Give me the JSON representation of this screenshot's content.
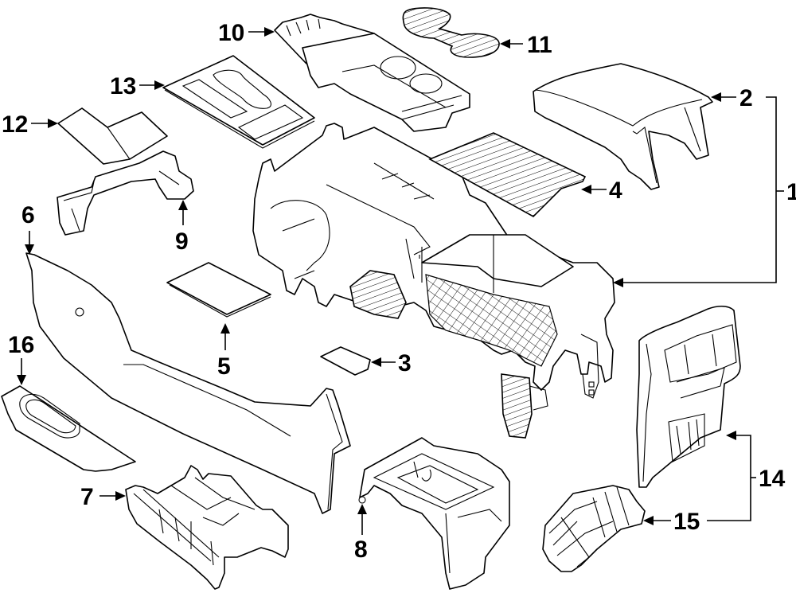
{
  "diagram": {
    "title": "Center console assembly exploded view",
    "colors": {
      "line": "#000000",
      "background": "#ffffff"
    },
    "callouts": [
      {
        "id": "1",
        "label": "1",
        "part": "console-assembly"
      },
      {
        "id": "2",
        "label": "2",
        "part": "armrest-lid"
      },
      {
        "id": "3",
        "label": "3",
        "part": "small-mat"
      },
      {
        "id": "4",
        "label": "4",
        "part": "storage-mat"
      },
      {
        "id": "5",
        "label": "5",
        "part": "tray-mat"
      },
      {
        "id": "6",
        "label": "6",
        "part": "side-panel"
      },
      {
        "id": "7",
        "label": "7",
        "part": "lower-bracket"
      },
      {
        "id": "8",
        "label": "8",
        "part": "rear-support-bracket"
      },
      {
        "id": "9",
        "label": "9",
        "part": "front-bracket"
      },
      {
        "id": "10",
        "label": "10",
        "part": "cup-holder-assembly"
      },
      {
        "id": "11",
        "label": "11",
        "part": "cup-holder-mat"
      },
      {
        "id": "12",
        "label": "12",
        "part": "front-mat"
      },
      {
        "id": "13",
        "label": "13",
        "part": "top-trim-panel"
      },
      {
        "id": "14",
        "label": "14",
        "part": "rear-panel-assembly"
      },
      {
        "id": "15",
        "label": "15",
        "part": "rear-air-vent"
      },
      {
        "id": "16",
        "label": "16",
        "part": "trim-bezel"
      }
    ]
  }
}
